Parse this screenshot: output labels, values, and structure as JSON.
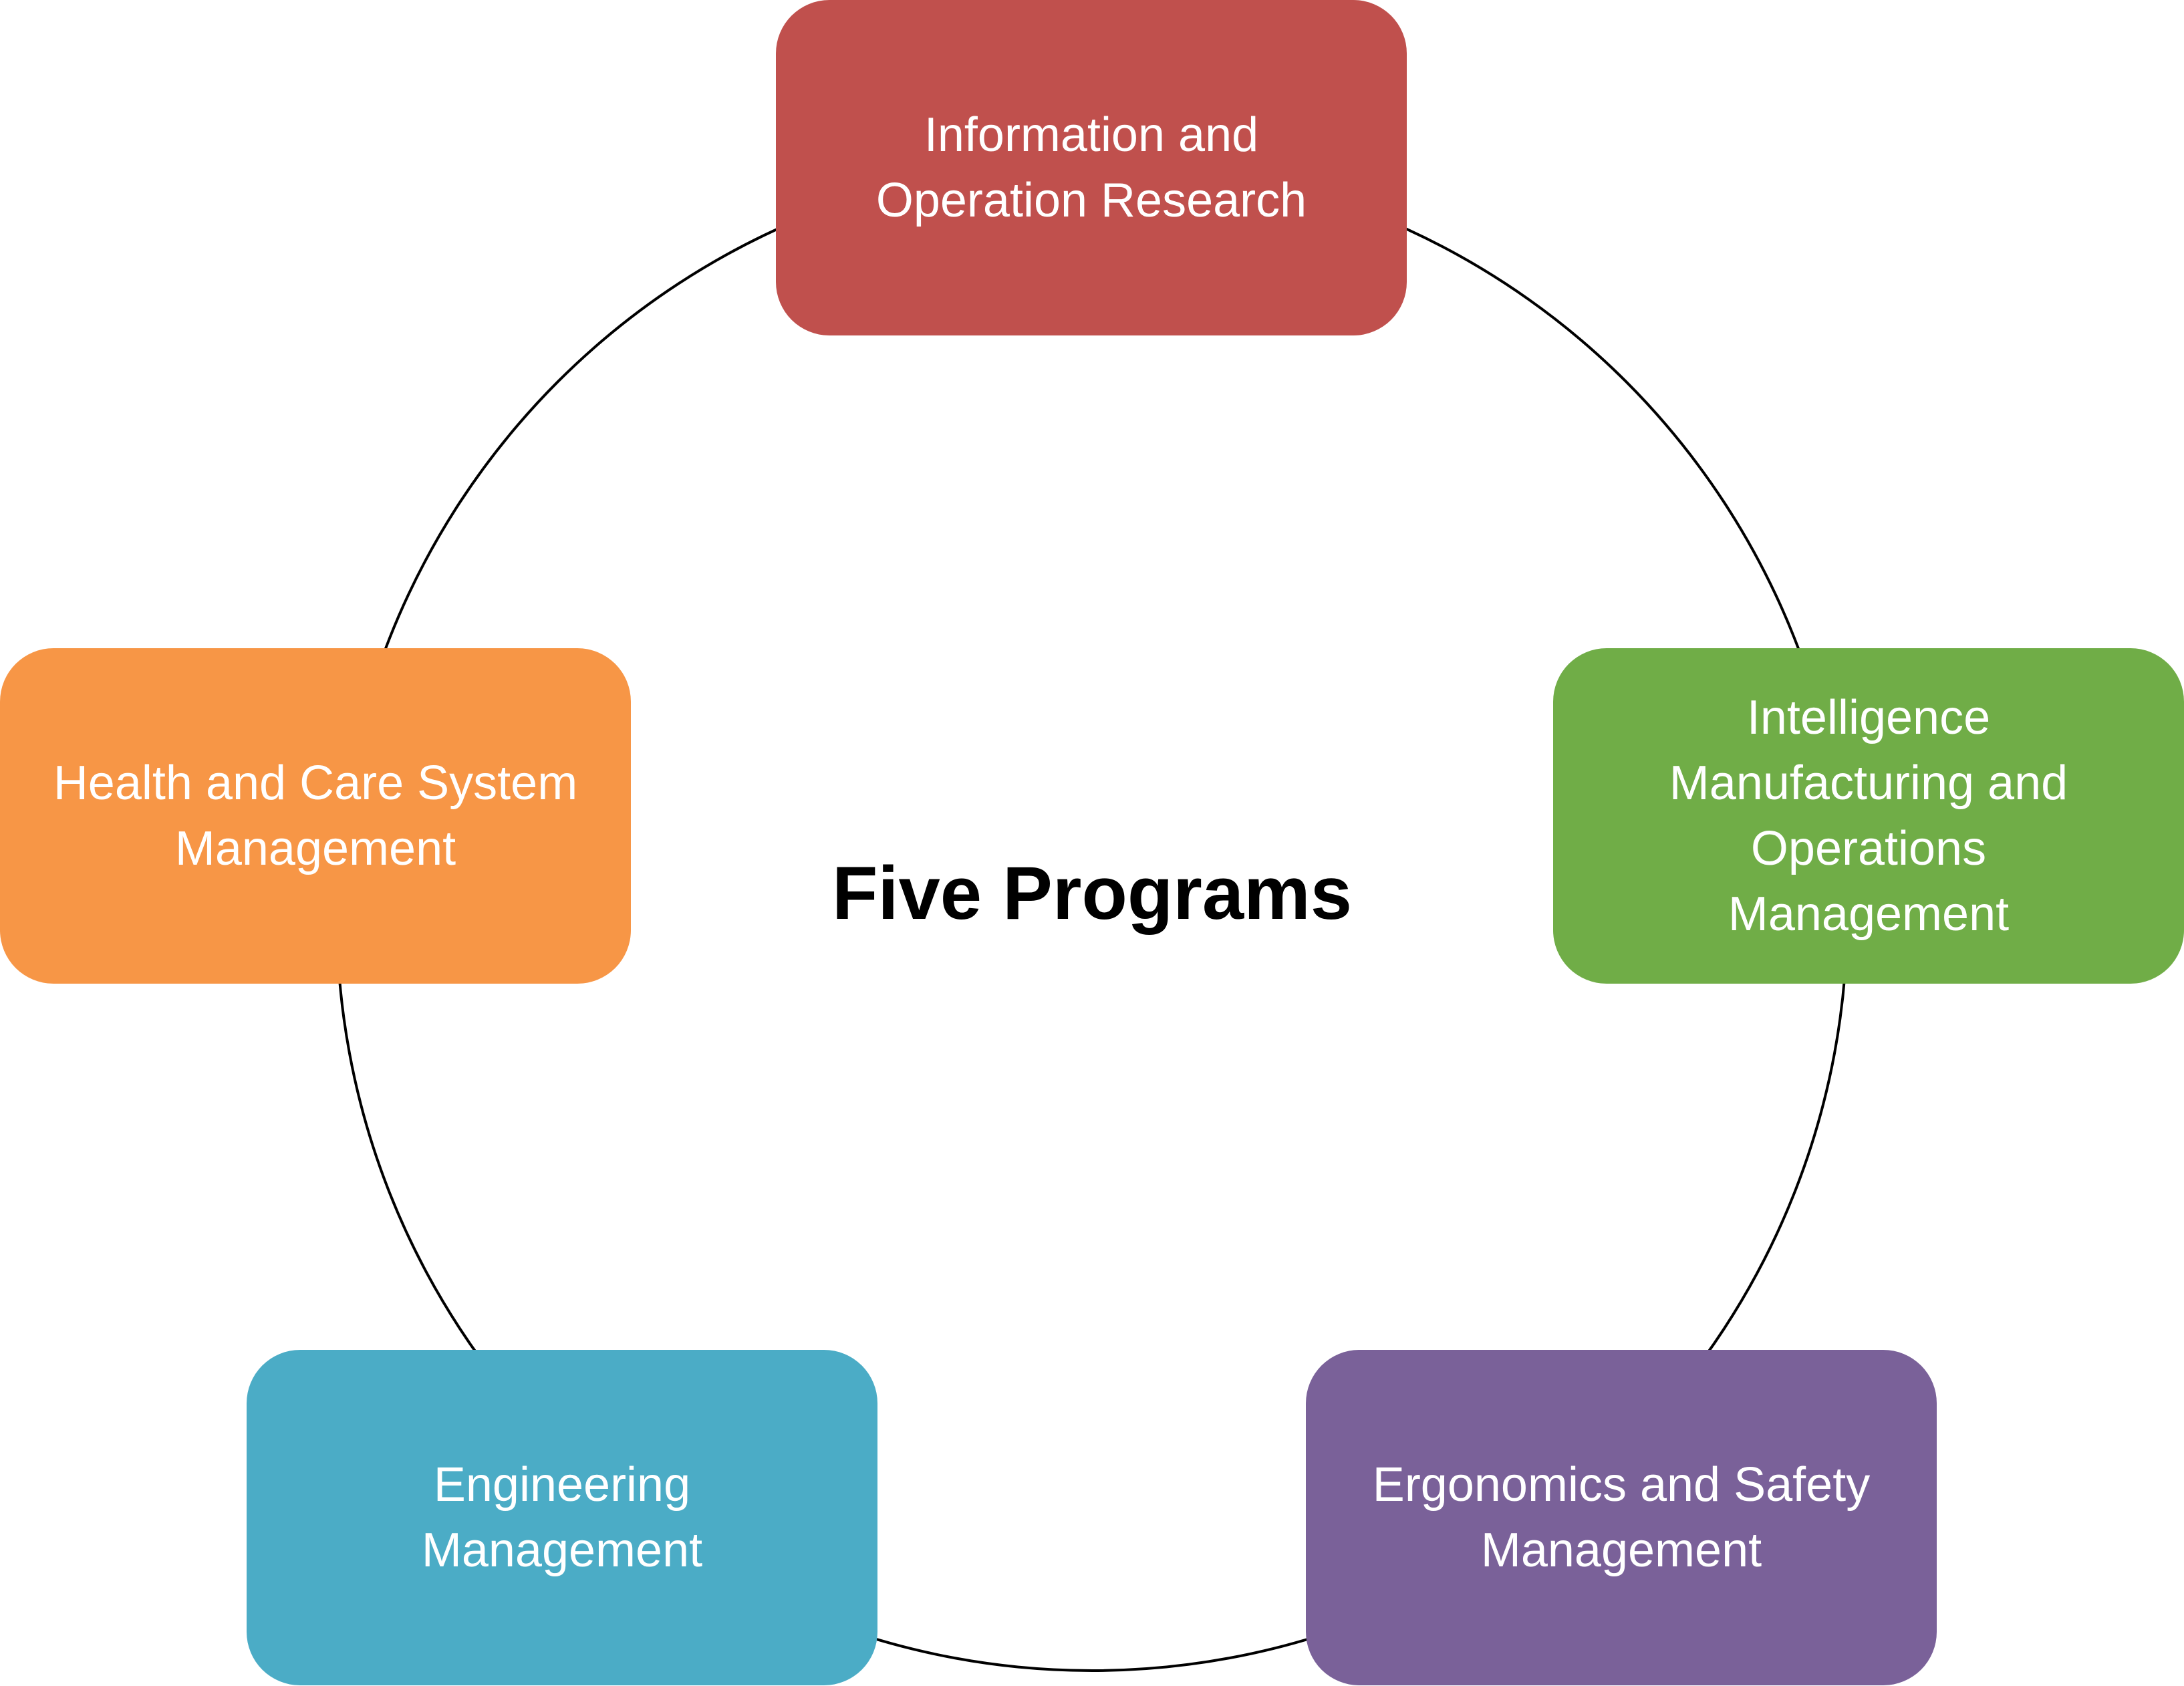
{
  "diagram": {
    "center_title": "Five Programs",
    "programs": [
      {
        "label_lines": [
          "Information and",
          "Operation Research"
        ],
        "color": "#c0504d"
      },
      {
        "label_lines": [
          "Intelligence",
          "Manufacturing and",
          "Operations",
          "Management"
        ],
        "color": "#70ad47"
      },
      {
        "label_lines": [
          "Ergonomics and Safety",
          "Management"
        ],
        "color": "#7a6199"
      },
      {
        "label_lines": [
          "Engineering",
          "Management"
        ],
        "color": "#4bacc6"
      },
      {
        "label_lines": [
          "Health and Care System",
          "Management"
        ],
        "color": "#f79646"
      }
    ],
    "ring_color": "#000000"
  }
}
